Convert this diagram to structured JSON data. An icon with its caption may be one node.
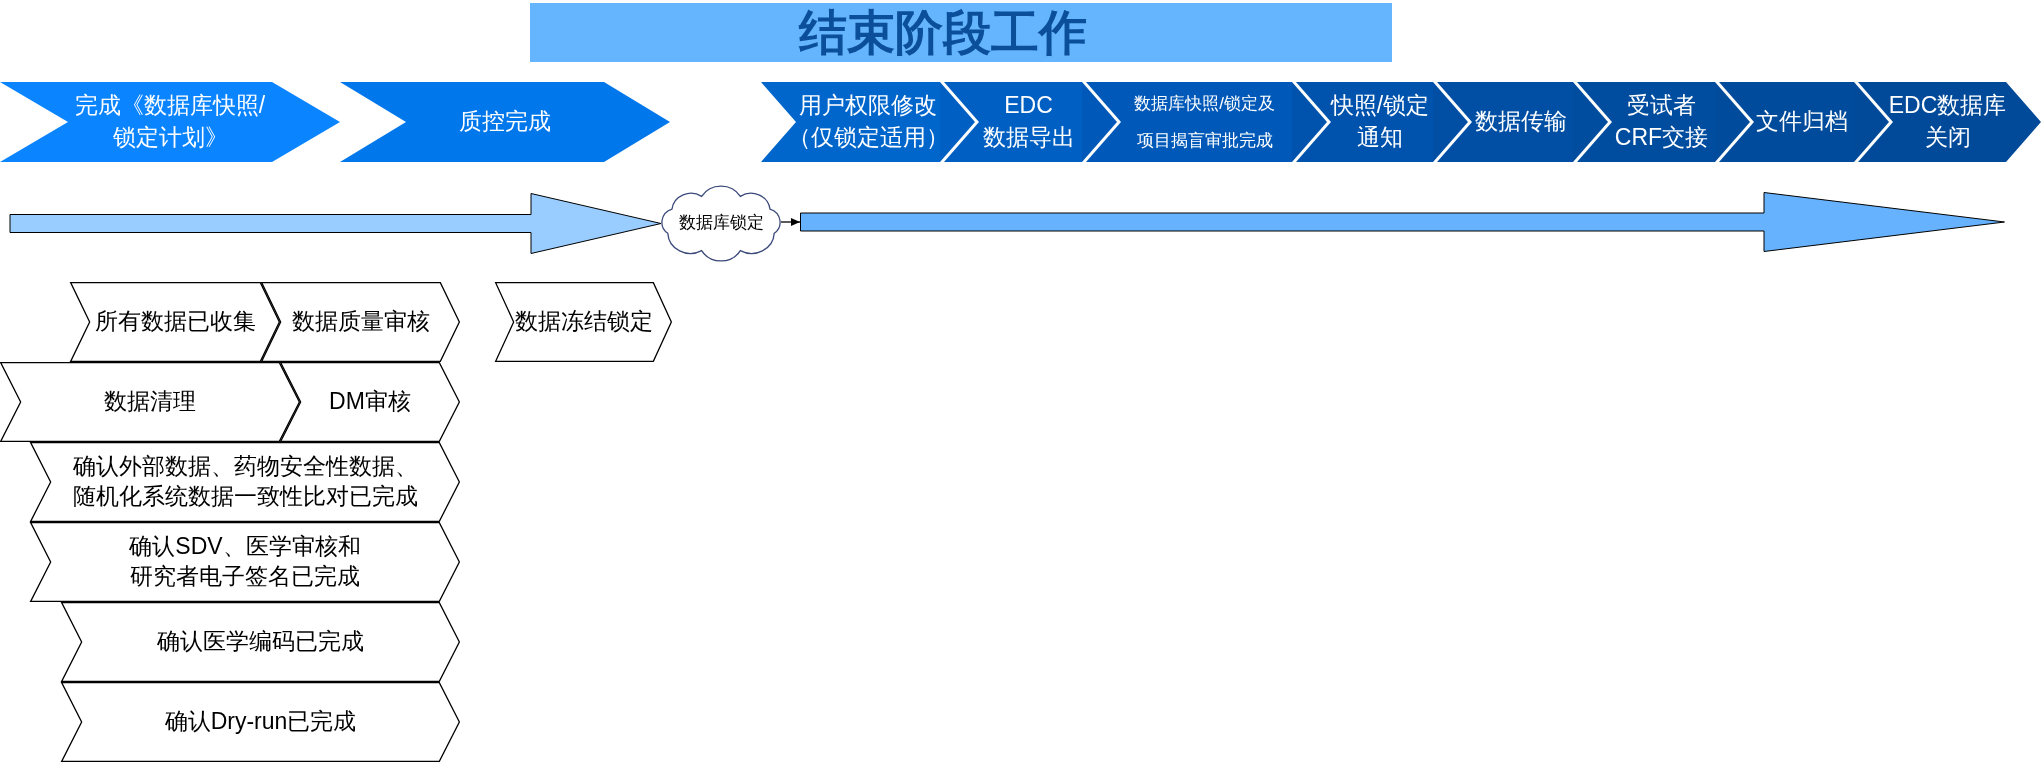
{
  "diagram": {
    "title": "结束阶段工作",
    "nodes": [
      {
        "text": [
          "完成《数据库快照/锁定计划》"
        ]
      },
      {
        "text": [
          "质控完成"
        ]
      },
      {
        "text": [
          "用户权限修改（仅锁定适用）"
        ]
      },
      {
        "text": [
          "EDC数据导出"
        ]
      },
      {
        "text": [
          "数据库快照/锁定及项目揭盲审批完成"
        ]
      },
      {
        "text": [
          "快照/锁定通知"
        ]
      },
      {
        "text": [
          "数据传输"
        ]
      },
      {
        "text": [
          "受试者CRF交接"
        ]
      },
      {
        "text": [
          "文件归档"
        ]
      },
      {
        "text": [
          "EDC数据库关闭"
        ]
      },
      {
        "text": [
          "数据库锁定"
        ]
      },
      {
        "text": [],
        "shape": "arrow"
      },
      {
        "text": [
          "所有数据已收集"
        ]
      },
      {
        "text": [
          "数据质量审核"
        ]
      },
      {
        "text": [
          "数据冻结锁定"
        ]
      },
      {
        "text": [
          "数据清理"
        ]
      },
      {
        "text": [
          "DM审核"
        ]
      },
      {
        "text": [
          "确认外部数据、药物安全性数据、随机化系统数据一致性比对已完成"
        ]
      },
      {
        "text": [
          "确认SDV、医学审核和研究者电子签名已完成"
        ]
      },
      {
        "text": [
          "确认医学编码已完成"
        ]
      },
      {
        "text": [
          "确认Dry-run已完成"
        ]
      }
    ],
    "edges": [
      {
        "from": null,
        "to": 10,
        "arrow": "to",
        "style": "thick",
        "color": "#99ccff"
      },
      {
        "from": 10,
        "to": 11,
        "arrow": "to"
      }
    ]
  }
}
